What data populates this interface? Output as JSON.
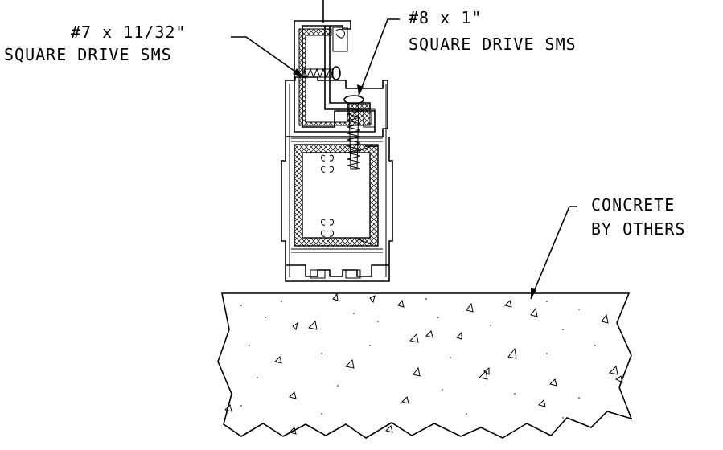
{
  "callouts": {
    "screw_small": {
      "line1": "#7 x 11/32\"",
      "line2": "SQUARE DRIVE SMS"
    },
    "screw_large": {
      "line1": "#8 x 1\"",
      "line2": "SQUARE DRIVE SMS"
    },
    "concrete": {
      "line1": "CONCRETE",
      "line2": "BY OTHERS"
    }
  }
}
